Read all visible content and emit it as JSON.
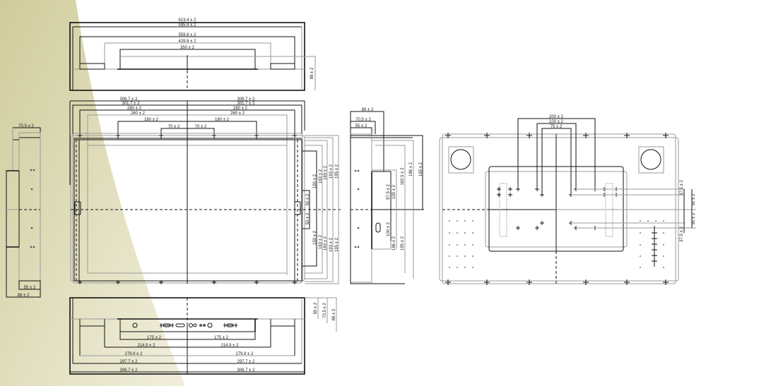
{
  "colors": {
    "background_wedge": "#d6d3a9",
    "line": "#111111",
    "grey_line": "#9a9a9a"
  },
  "top_view": {
    "widths": [
      "613.4 ± 2",
      "595.4 ± 2",
      "559.8 ± 2",
      "429.8 ± 2",
      "350 ± 2"
    ],
    "depth": "88 ± 2"
  },
  "front_view": {
    "left_widths": [
      "306.7 ± 2",
      "301.7 ± 2",
      "280 ± 2",
      "260 ± 2",
      "180 ± 2",
      "70 ± 2"
    ],
    "right_widths": [
      "306.7 ± 2",
      "301.7 ± 2",
      "280 ± 2",
      "260 ± 2",
      "180 ± 2",
      "70 ± 2"
    ],
    "upper_heights": [
      "50 ± 2",
      "150 ± 2",
      "163 ± 2",
      "183 ± 2",
      "193 ± 2",
      "195 ± 2"
    ],
    "lower_heights": [
      "50 ± 2",
      "150 ± 2",
      "163 ± 2",
      "183 ± 2",
      "193 ± 2",
      "195 ± 2"
    ]
  },
  "right_side_view": {
    "depths": [
      "88 ± 2",
      "70.5 ± 2",
      "55 ± 2"
    ],
    "upper_heights": [
      "97.5 ± 2",
      "100 ± 2",
      "162.5 ± 2",
      "186 ± 2",
      "195 ± 2"
    ],
    "lower_heights": [
      "100 ± 2",
      "186 ± 2",
      "195 ± 2"
    ]
  },
  "left_side_view": {
    "depths": [
      "70.5 ± 2",
      "55 ± 2",
      "88 ± 2"
    ]
  },
  "back_view": {
    "widths": [
      "200 ± 2",
      "100 ± 2",
      "75 ± 2"
    ],
    "heights": [
      "37.5 ± 2",
      "50 ± 2",
      "50 ± 2",
      "37.5 ± 2"
    ]
  },
  "bottom_view": {
    "left_widths": [
      "175 ± 2",
      "214.9 ± 2",
      "279.9 ± 2",
      "297.7 ± 2",
      "306.7 ± 2"
    ],
    "right_widths": [
      "175 ± 2",
      "214.9 ± 2",
      "279.9 ± 2",
      "297.7 ± 2",
      "306.7 ± 2"
    ],
    "depths": [
      "55 ± 2",
      "70.5 ± 2",
      "88 ± 2"
    ]
  }
}
